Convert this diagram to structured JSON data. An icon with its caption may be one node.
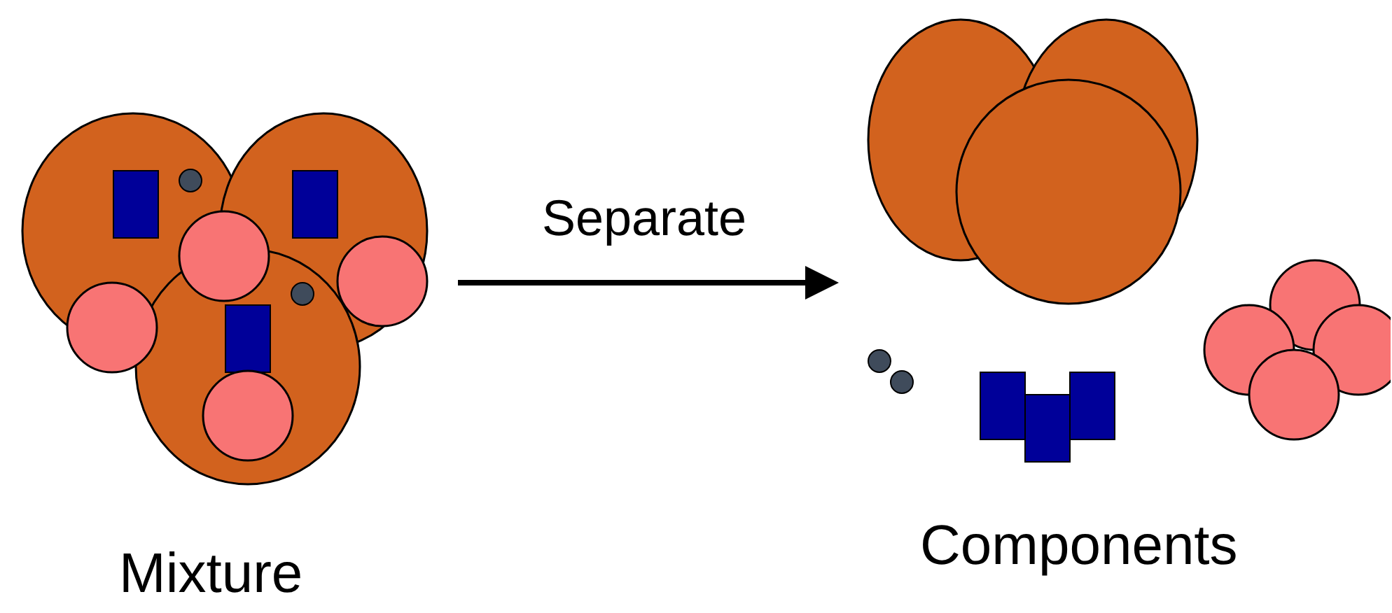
{
  "diagram": {
    "nodes": [
      {
        "text": [
          "Mixture"
        ]
      },
      {
        "text": [
          "Components"
        ]
      }
    ],
    "edges": [
      {
        "from": 0,
        "to": 1,
        "arrow": "to",
        "label": "Separate"
      }
    ]
  }
}
